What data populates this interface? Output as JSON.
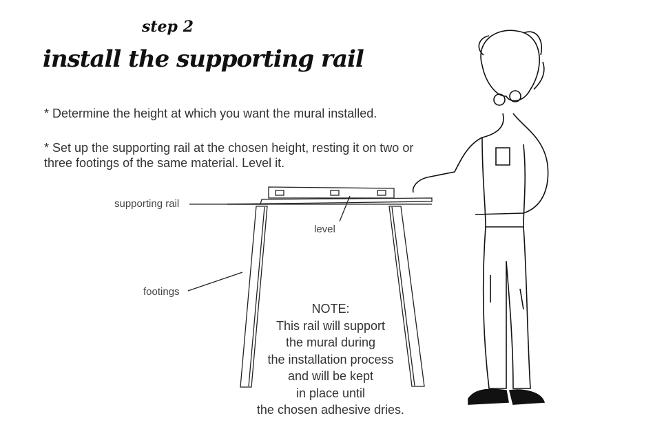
{
  "heading": {
    "step": "step 2",
    "title": "install the supporting rail"
  },
  "instructions": [
    "* Determine the height at which you want the mural installed.",
    "* Set up the supporting rail at the chosen height, resting it on two or three footings of the same material. Level it."
  ],
  "labels": {
    "rail": "supporting rail",
    "level": "level",
    "footings": "footings"
  },
  "note": {
    "title": "NOTE:",
    "lines": [
      "This rail will support",
      "the mural during",
      "the installation process",
      "and will be kept",
      "in place until",
      "the chosen adhesive dries."
    ]
  }
}
